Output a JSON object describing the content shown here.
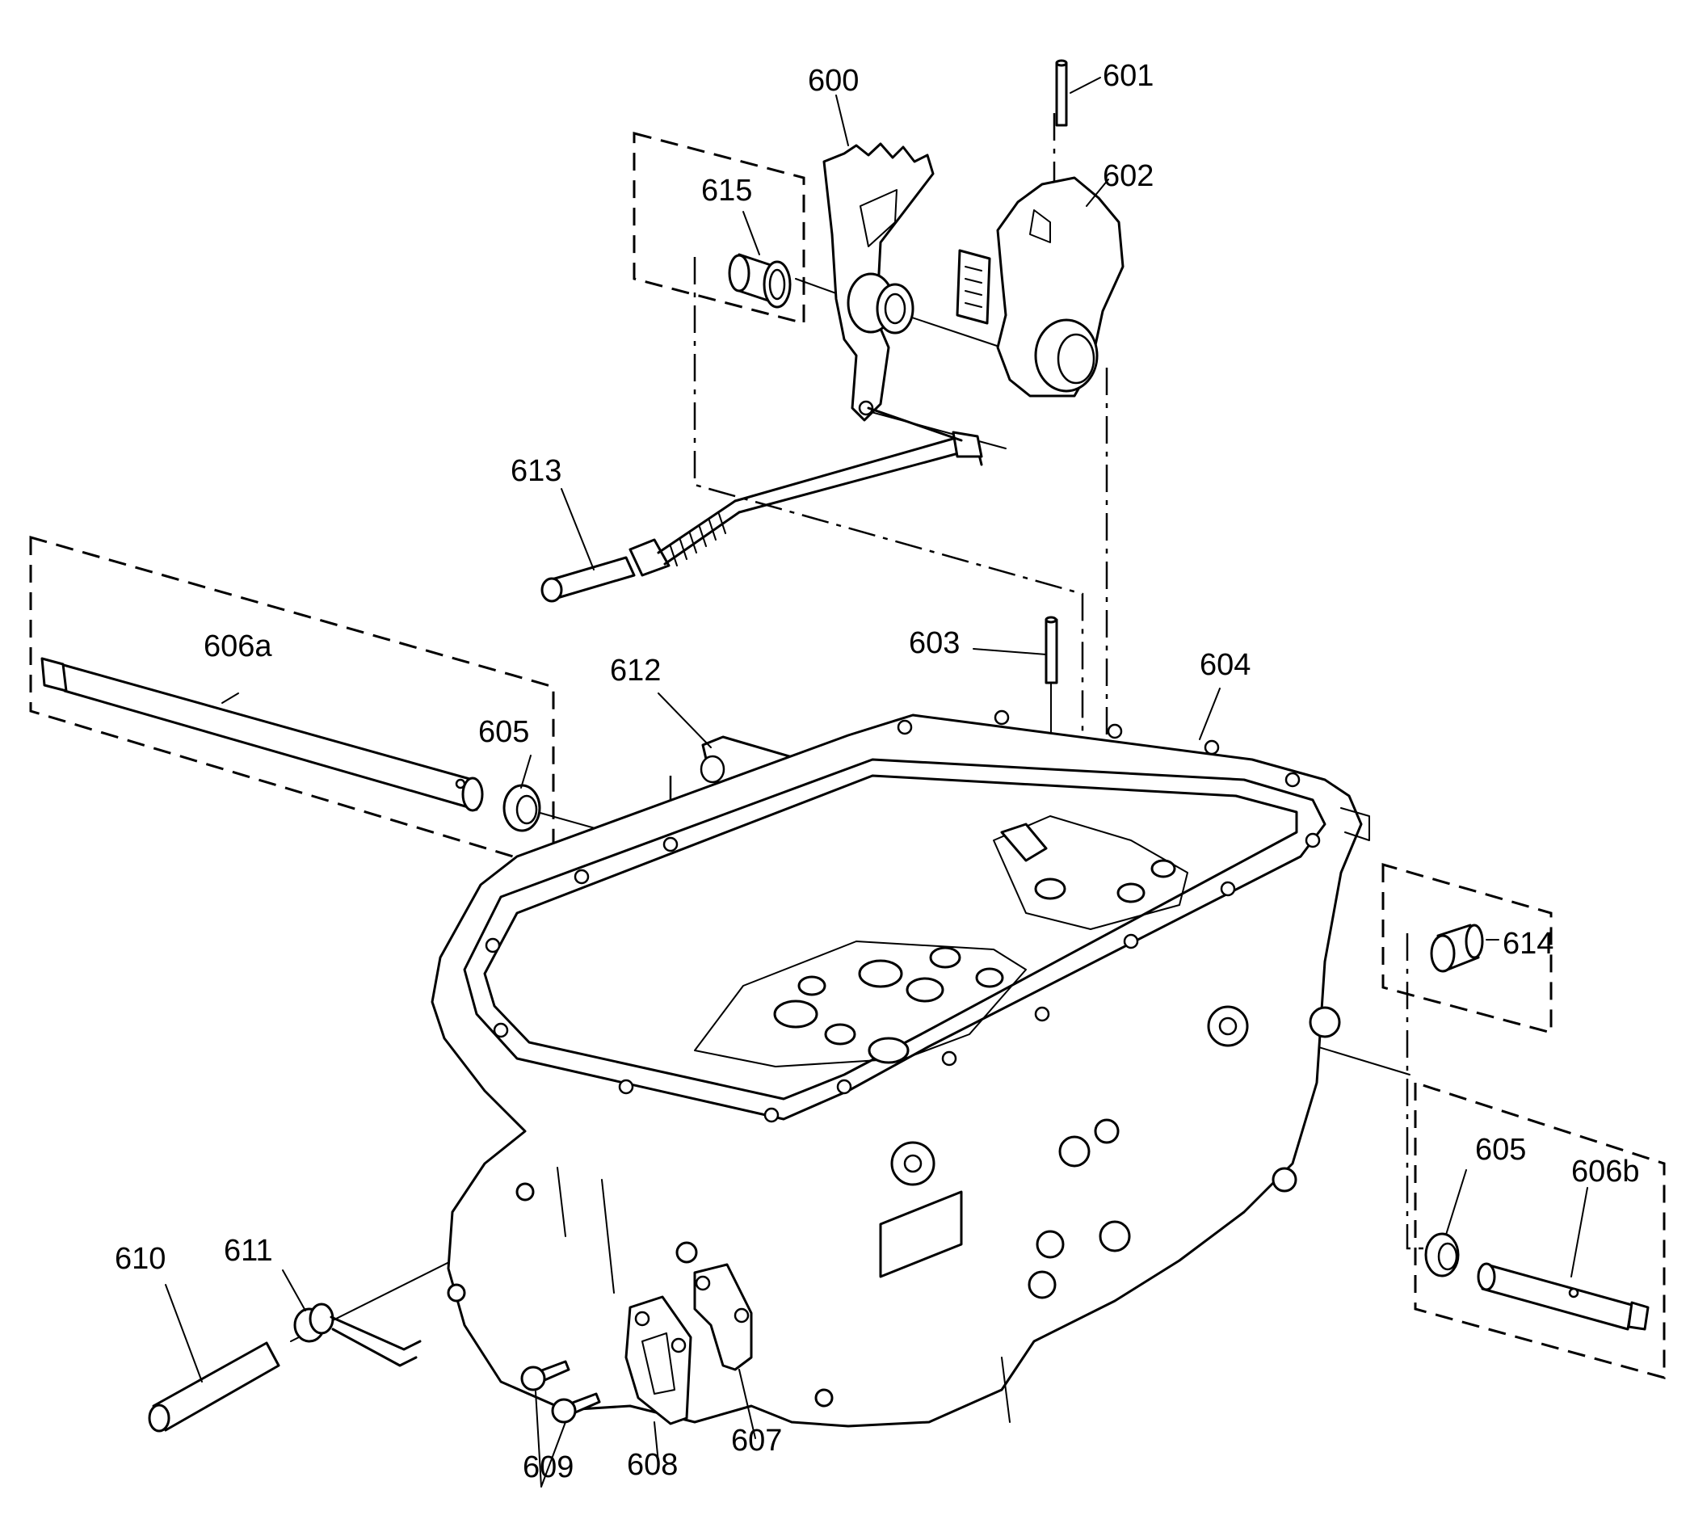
{
  "callouts": [
    {
      "id": "600",
      "text": "600"
    },
    {
      "id": "601",
      "text": "601"
    },
    {
      "id": "602",
      "text": "602"
    },
    {
      "id": "603",
      "text": "603"
    },
    {
      "id": "604",
      "text": "604"
    },
    {
      "id": "605a",
      "text": "605"
    },
    {
      "id": "605b",
      "text": "605"
    },
    {
      "id": "606a",
      "text": "606a"
    },
    {
      "id": "606b",
      "text": "606b"
    },
    {
      "id": "607",
      "text": "607"
    },
    {
      "id": "608",
      "text": "608"
    },
    {
      "id": "609",
      "text": "609"
    },
    {
      "id": "610",
      "text": "610"
    },
    {
      "id": "611",
      "text": "611"
    },
    {
      "id": "612",
      "text": "612"
    },
    {
      "id": "613",
      "text": "613"
    },
    {
      "id": "614",
      "text": "614"
    },
    {
      "id": "615",
      "text": "615"
    }
  ],
  "colors": {
    "ink": "#000000",
    "background": "#ffffff"
  }
}
